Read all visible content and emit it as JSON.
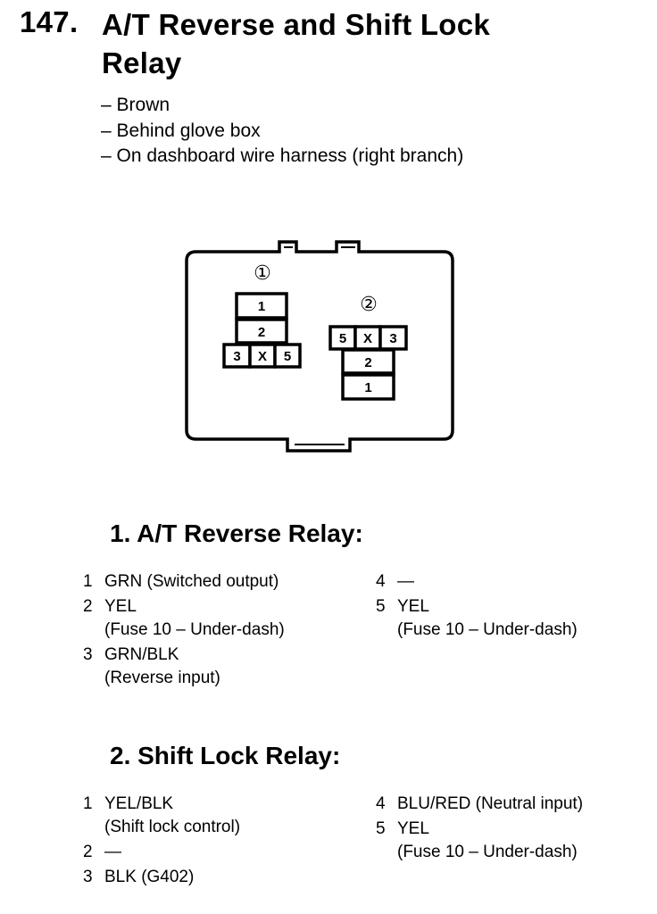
{
  "heading": {
    "number": "147.",
    "title_line1": "A/T Reverse and Shift Lock",
    "title_line2": "Relay"
  },
  "location": [
    "– Brown",
    "– Behind glove box",
    "– On dashboard wire harness (right branch)"
  ],
  "diagram": {
    "connector1": {
      "label": "①",
      "cells": [
        "1",
        "2",
        "3",
        "X",
        "5"
      ]
    },
    "connector2": {
      "label": "②",
      "cells": [
        "5",
        "X",
        "3",
        "2",
        "1"
      ]
    }
  },
  "relay1": {
    "title": "1. A/T Reverse Relay:",
    "pins": [
      {
        "num": "1",
        "wire": "GRN (Switched output)",
        "note": ""
      },
      {
        "num": "2",
        "wire": "YEL",
        "note": "(Fuse 10 – Under-dash)"
      },
      {
        "num": "3",
        "wire": "GRN/BLK",
        "note": "(Reverse input)"
      },
      {
        "num": "4",
        "wire": "—",
        "note": ""
      },
      {
        "num": "5",
        "wire": "YEL",
        "note": "(Fuse 10 – Under-dash)"
      }
    ]
  },
  "relay2": {
    "title": "2. Shift Lock Relay:",
    "pins": [
      {
        "num": "1",
        "wire": "YEL/BLK",
        "note": "(Shift lock control)"
      },
      {
        "num": "2",
        "wire": "—",
        "note": ""
      },
      {
        "num": "3",
        "wire": "BLK (G402)",
        "note": ""
      },
      {
        "num": "4",
        "wire": "BLU/RED (Neutral input)",
        "note": ""
      },
      {
        "num": "5",
        "wire": "YEL",
        "note": "(Fuse 10 – Under-dash)"
      }
    ]
  }
}
